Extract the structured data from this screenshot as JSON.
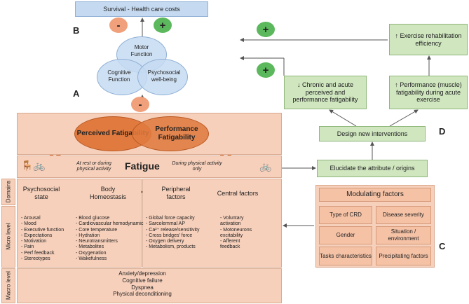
{
  "top_box": "Survival  -  Health care costs",
  "labels": {
    "A": "A",
    "B": "B",
    "C": "C",
    "D": "D"
  },
  "signs": {
    "minus1": "-",
    "plus1": "+",
    "minus2": "-",
    "plus_upper": "+",
    "plus_lower": "+"
  },
  "venn": {
    "motor": "Motor Function",
    "cognitive": "Cognitive Function",
    "psychosocial": "Psychosocial well-being"
  },
  "fatigability": {
    "perceived": "Perceived Fatigability",
    "performance": "Performance Fatigability"
  },
  "fatigue_row": {
    "title": "Fatigue",
    "left_note": "At rest or during physical activity",
    "right_note": "During physical activity only"
  },
  "side_labels": {
    "domains": "Domains",
    "micro": "Micro level",
    "macro": "Macro level"
  },
  "domains": {
    "psychosocial": "Psychosocial state",
    "body": "Body Homeostasis",
    "peripheral": "Peripheral factors",
    "central": "Central factors"
  },
  "micro": {
    "col1": [
      "- Arousal",
      "- Mood",
      "- Executive function",
      "- Expectations",
      "- Motivation",
      "- Pain",
      "- Perf feedback",
      "- Stereotypes"
    ],
    "col2": [
      "- Blood glucose",
      "- Cardiovascular hemodynamic",
      "- Core temperature",
      "- Hydration",
      "- Neurotransmitters",
      "- Metabolites",
      "- Oxygenation",
      "- Wakefulness"
    ],
    "col3": [
      "- Global force capacity",
      "- Sarcolemmal AP",
      "- Ca²⁺ release/sensitivity",
      "- Cross bridges' force",
      "- Oxygen delivery",
      "- Metabolism, products"
    ],
    "col4": [
      "- Voluntary activation",
      "- Motoneurons excitability",
      "- Afferent feedback"
    ]
  },
  "macro": [
    "Anxiety/depression",
    "Cognitive failure",
    "Dyspnea",
    "Physical deconditioning"
  ],
  "right_panel": {
    "exercise_rehab": "↑ Exercise rehabilitation efficiency",
    "chronic_acute": "↓ Chronic and acute perceived and performance fatigability",
    "performance_muscle": "↑ Performance (muscle) fatigability during acute exercise",
    "design": "Design new interventions",
    "elucidate": "Elucidate the attribute / origins"
  },
  "modulating": {
    "title": "Modulating factors",
    "items": [
      "Type of CRD",
      "Disease severity",
      "Gender",
      "Situation / environment",
      "Tasks characteristics",
      "Precipitating factors"
    ]
  },
  "colors": {
    "blue": "#c5daf1",
    "green": "#cfe6bf",
    "peach": "#f7d0bb",
    "orange": "#e07a3f",
    "red_circle": "#f0a07a",
    "green_circle": "#5cb85c"
  }
}
